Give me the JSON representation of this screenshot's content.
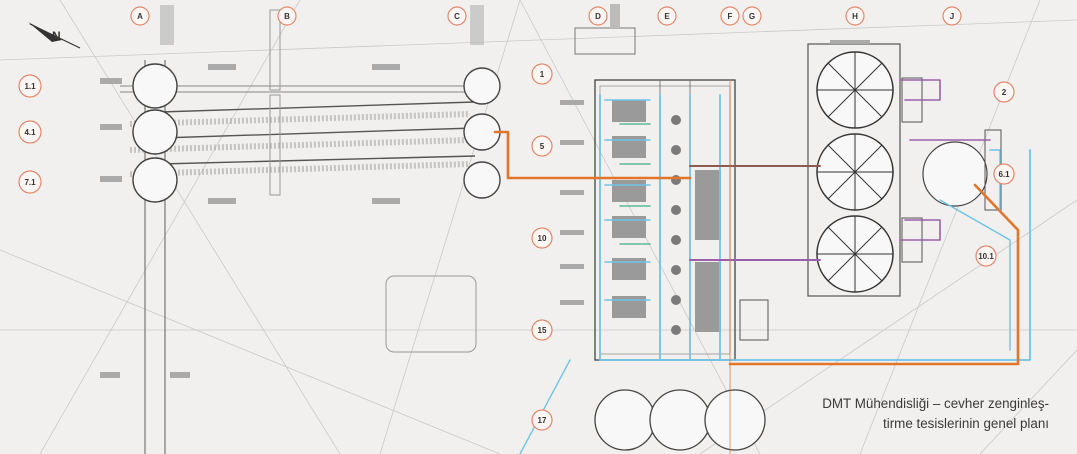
{
  "caption": {
    "line1": "DMT Mühendisliği – cevher zenginleş-",
    "line2": "tirme tesislerinin genel planı"
  },
  "column_markers": [
    "A",
    "B",
    "C",
    "D",
    "E",
    "F",
    "G",
    "H",
    "J"
  ],
  "row_markers": [
    "1.1",
    "4.1",
    "7.1"
  ],
  "side_markers": [
    "1",
    "5",
    "10",
    "15",
    "17",
    "2",
    "6.1",
    "10.1"
  ],
  "colors": {
    "paper": "#f1f0ee",
    "linework": "#6f6f6f",
    "marker_ring": "#e4866a",
    "pipe_blue": "#6fc3e6",
    "pipe_orange": "#e2752a",
    "pipe_purple": "#9a5fa8",
    "pipe_brown": "#8c5a4e",
    "pipe_green": "#5fb79c",
    "caption_text": "#3a3a3a"
  }
}
